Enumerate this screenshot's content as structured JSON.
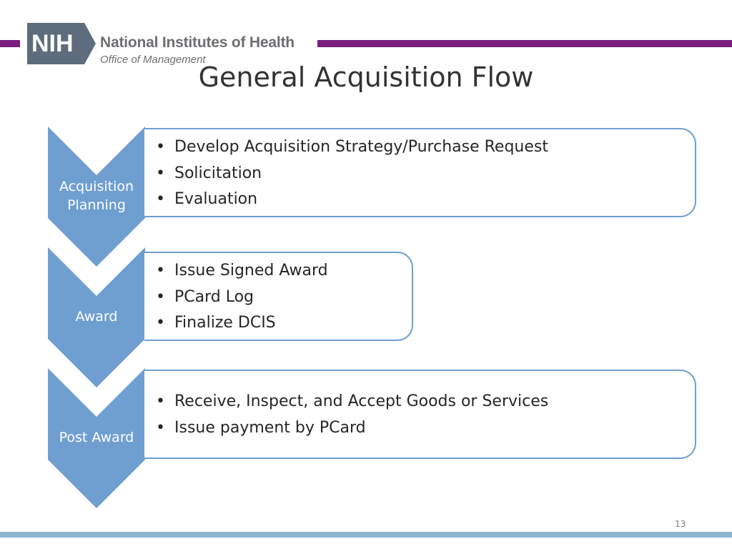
{
  "header": {
    "logo_text": "NIH",
    "org_name": "National Institutes of Health",
    "org_subtitle": "Office of Management",
    "brand_color": "#7b1d7e",
    "logo_color": "#5d6d7e"
  },
  "title": "General Acquisition Flow",
  "stages": [
    {
      "label_line1": "Acquisition",
      "label_line2": "Planning",
      "items": [
        "Develop Acquisition Strategy/Purchase Request",
        "Solicitation",
        "Evaluation"
      ]
    },
    {
      "label_line1": "Award",
      "items": [
        "Issue Signed Award",
        "PCard Log",
        "Finalize DCIS"
      ]
    },
    {
      "label_line1": "Post Award",
      "items": [
        "Receive, Inspect, and Accept Goods or Services",
        "Issue payment by PCard"
      ]
    }
  ],
  "colors": {
    "chevron_fill": "#6f9fd0",
    "box_border": "#6f9fd0",
    "bottom_bar": "#8fb6cf"
  },
  "page_number": "13"
}
